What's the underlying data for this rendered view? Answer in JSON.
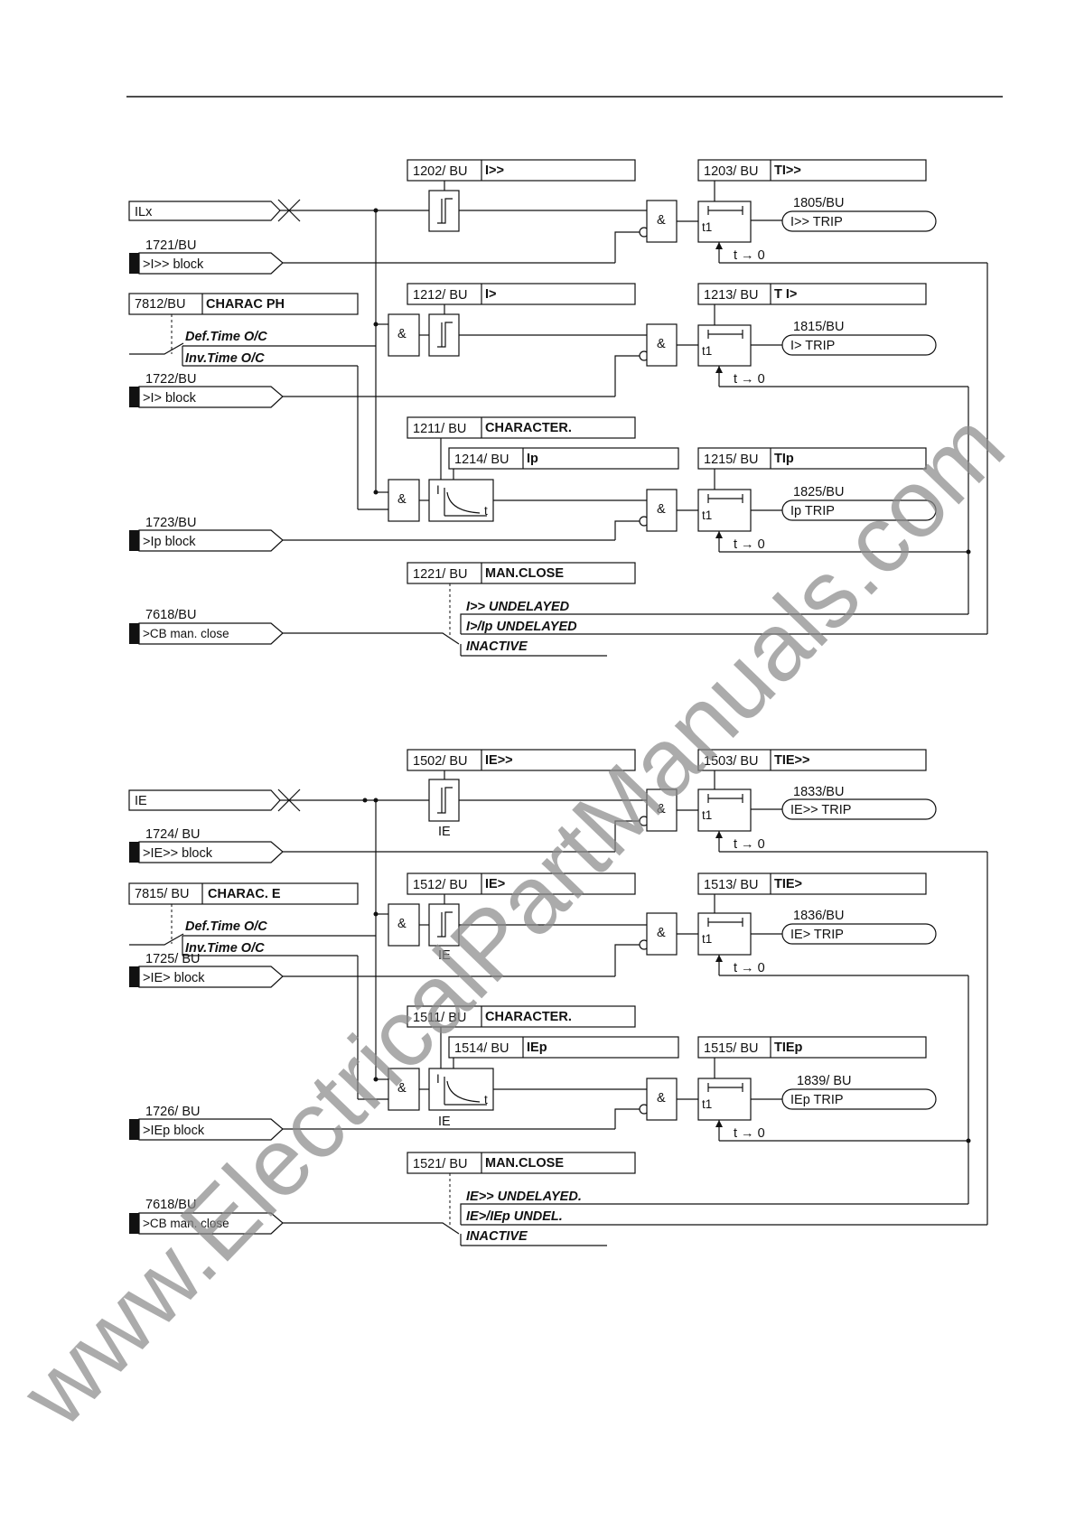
{
  "section_top": {
    "input_ilx": "ILx",
    "block_i_high": {
      "addr": "1721/BU",
      "label": ">I>> block"
    },
    "param_i_high": {
      "addr": "1202/ BU",
      "label": "I>>"
    },
    "param_ti_high": {
      "addr": "1203/ BU",
      "label": "TI>>"
    },
    "trip_i_high": {
      "addr": "1805/BU",
      "label": "I>> TRIP"
    },
    "charac_ph": {
      "addr": "7812/BU",
      "label": "CHARAC PH",
      "opt_def": "Def.Time O/C",
      "opt_inv": "Inv.Time O/C"
    },
    "param_i": {
      "addr": "1212/ BU",
      "label": "I>"
    },
    "param_ti": {
      "addr": "1213/ BU",
      "label": "T I>"
    },
    "trip_i": {
      "addr": "1815/BU",
      "label": "I> TRIP"
    },
    "block_i": {
      "addr": "1722/BU",
      "label": ">I> block"
    },
    "character": {
      "addr": "1211/ BU",
      "label": "CHARACTER."
    },
    "param_ip": {
      "addr": "1214/ BU",
      "label": "Ip"
    },
    "param_tip": {
      "addr": "1215/ BU",
      "label": "TIp"
    },
    "trip_ip": {
      "addr": "1825/BU",
      "label": "Ip TRIP"
    },
    "block_ip": {
      "addr": "1723/BU",
      "label": ">Ip block"
    },
    "man_close": {
      "addr": "1221/ BU",
      "label": "MAN.CLOSE",
      "opt1": "I>> UNDELAYED",
      "opt2": "I>/Ip UNDELAYED",
      "opt3": "INACTIVE"
    },
    "cb_close": {
      "addr": "7618/BU",
      "label": ">CB man. close"
    }
  },
  "section_bottom": {
    "input_ie": "IE",
    "block_ie_high": {
      "addr": "1724/ BU",
      "label": ">IE>> block"
    },
    "param_ie_high": {
      "addr": "1502/ BU",
      "label": "IE>>"
    },
    "param_tie_high": {
      "addr": "1503/ BU",
      "label": "TIE>>"
    },
    "trip_ie_high": {
      "addr": "1833/BU",
      "label": "IE>> TRIP"
    },
    "charac_e": {
      "addr": "7815/ BU",
      "label": "CHARAC. E",
      "opt_def": "Def.Time O/C",
      "opt_inv": "Inv.Time O/C"
    },
    "param_ie": {
      "addr": "1512/ BU",
      "label": "IE>"
    },
    "param_tie": {
      "addr": "1513/ BU",
      "label": "TIE>"
    },
    "trip_ie": {
      "addr": "1836/BU",
      "label": "IE> TRIP"
    },
    "block_ie": {
      "addr": "1725/ BU",
      "label": ">IE> block"
    },
    "character": {
      "addr": "1511/ BU",
      "label": "CHARACTER."
    },
    "param_iep": {
      "addr": "1514/ BU",
      "label": "IEp"
    },
    "param_tiep": {
      "addr": "1515/ BU",
      "label": "TIEp"
    },
    "trip_iep": {
      "addr": "1839/ BU",
      "label": "IEp TRIP"
    },
    "block_iep": {
      "addr": "1726/ BU",
      "label": ">IEp block"
    },
    "man_close": {
      "addr": "1521/ BU",
      "label": "MAN.CLOSE",
      "opt1": "IE>> UNDELAYED.",
      "opt2": "IE>/IEp UNDEL.",
      "opt3": "INACTIVE"
    },
    "cb_close": {
      "addr": "7618/BU",
      "label": ">CB man. close"
    }
  },
  "common": {
    "and_symbol": "&",
    "timer_label": "t1",
    "reset_label": "t → 0",
    "curve_i": "I",
    "curve_t": "t",
    "ie_sub": "IE"
  },
  "watermark": "www.ElectricalPartManuals.com"
}
